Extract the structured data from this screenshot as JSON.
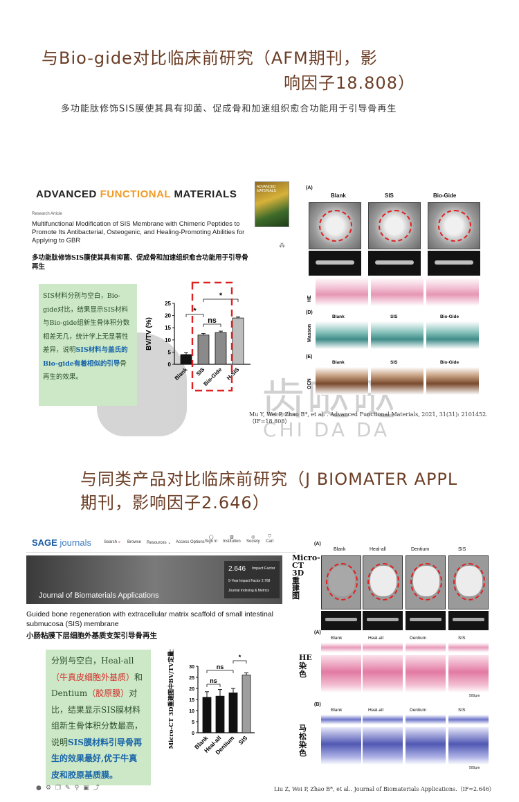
{
  "section1": {
    "title_line1": "与Bio-gide对比临床前研究（AFM期刊，影",
    "title_line2": "响因子18.808）",
    "subtitle": "多功能肽修饰SIS膜使其具有抑菌、促成骨和加速组织愈合功能用于引导骨再生",
    "paper": {
      "journal_a": "ADVANCED",
      "journal_b": "FUNCTIONAL",
      "journal_c": "MATERIALS",
      "cover_text": "ADVANCED MATERIALS",
      "article_type": "Research Article",
      "title_en": "Multifunctional Modification of SIS Membrane with Chimeric Peptides to Promote Its Antibacterial, Osteogenic, and Healing-Promoting Abilities for Applying to GBR",
      "title_cn": "多功能肽修饰SIS膜使其具有抑菌、促成骨和加速组织愈合功能用于引导骨再生",
      "share_icon": "share-icon"
    },
    "note": {
      "p1": "SIS材料分别与空白，Bio-gide对比，结果显示SIS材料与Bio-gide组新生骨体积分数相差无几，统计学上无显著性差异，说明",
      "hl1": "SIS材料与盖氏的Bio-gide有着相似的引导",
      "p2": "骨再生的效果。"
    },
    "figure": {
      "label_a": "(A)",
      "label_d": "(D)",
      "label_e": "(E)",
      "cols": [
        "Blank",
        "SIS",
        "Bio-Gide"
      ],
      "row_he": "HE",
      "row_masson": "Masson",
      "row_ocn": "OCN"
    },
    "citation": "Mu Y, Wei P,  Zhao B*, et al. . Advanced Functional Materials, 2021, 31(31): 2101452.（IF=18.808）"
  },
  "watermark": {
    "cn": "齿哒哒",
    "en": "CHI DA DA"
  },
  "section2": {
    "title_line1": "与同类产品对比临床前研究（J BIOMATER APPL",
    "title_line2": "期刊，影响因子2.646）",
    "paper": {
      "sage_logo_a": "SAGE",
      "sage_logo_b": "journals",
      "nav_search": "Search",
      "nav_browse": "Browse",
      "nav_resources": "Resources",
      "nav_access": "Access Options",
      "nav_signin": "Sign in",
      "nav_institution": "Institution",
      "nav_society": "Society",
      "nav_cart": "Cart",
      "journal_title": "Journal of Biomaterials Applications",
      "impact_value": "2.646",
      "impact_label": "Impact Factor",
      "impact_5yr": "5-Year Impact Factor 2.768",
      "ranking": "Journal Indexing & Metrics",
      "title_en": "Guided bone regeneration with extracellular matrix scaffold of small intestinal submucosa (SIS) membrane",
      "title_cn": "小肠粘膜下层细胞外基质支架引导骨再生"
    },
    "note": {
      "p1": "分别与空白，Heal-all",
      "red1": "（牛真皮细胞外基质）",
      "p2": "和Dentium",
      "red2": "（胶原膜）",
      "p3": "对比，结果显示SIS膜材料组新生骨体积分数最高，说明",
      "hl": "SIS膜材料引导骨再生的效果最好,优于牛真皮和胶原基质膜。"
    },
    "figure": {
      "label_a": "(A)",
      "label_a2": "(A)",
      "label_b": "(B)",
      "cols": [
        "Blank",
        "Heal-all",
        "Dentium",
        "SIS"
      ],
      "row_ct": "Micro-CT 3D重建图",
      "row_he": "HE染色",
      "row_masson": "马松染色",
      "scale": "500μm"
    },
    "citation": "Liu Z, Wei P,  Zhao B*, et al.. Journal of Biomaterials Applications.（IF=2.646）"
  },
  "colors": {
    "title_brown": "#6b3d25",
    "note_green": "#cde8c6",
    "highlight_blue": "#1764a9",
    "highlight_red": "#d42a2a",
    "bar_black": "#111111",
    "bar_gray": "#8a8a8a",
    "dash_red": "#e02020"
  },
  "chart_data": [
    {
      "type": "bar",
      "ylabel": "BV/TV (%)",
      "categories": [
        "Blank",
        "SIS",
        "Bio-Gide",
        "H-SIS"
      ],
      "values": [
        4,
        12,
        13,
        19
      ],
      "errors": [
        0.8,
        0.6,
        0.6,
        0.4
      ],
      "ylim": [
        0,
        25
      ],
      "yticks": [
        0,
        5,
        10,
        15,
        20,
        25
      ],
      "annotations": [
        "*",
        "ns",
        "*"
      ]
    },
    {
      "type": "bar",
      "ylabel": "Micro-CT 3D重建图中BV/TV定量分析",
      "categories": [
        "Blank",
        "Heal-all",
        "Dentium",
        "SIS"
      ],
      "values": [
        16,
        16.5,
        18,
        26
      ],
      "errors": [
        2.5,
        3,
        2,
        1
      ],
      "ylim": [
        0,
        30
      ],
      "yticks": [
        0,
        5,
        10,
        15,
        20,
        25,
        30
      ],
      "annotations": [
        "ns",
        "ns",
        "*"
      ]
    }
  ]
}
